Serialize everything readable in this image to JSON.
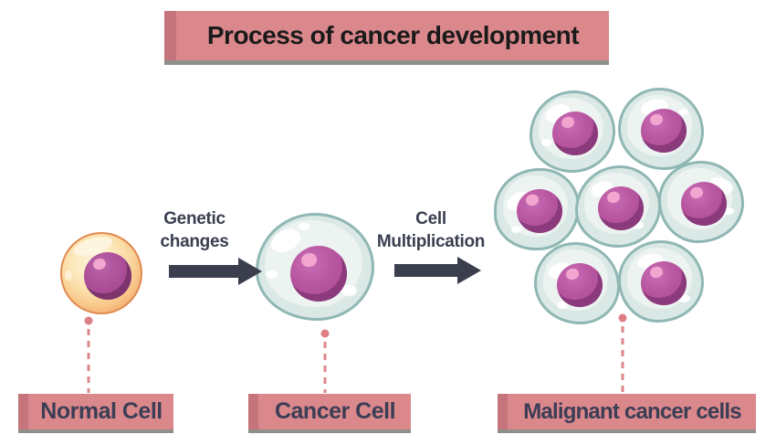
{
  "title": {
    "text": "Process of cancer development"
  },
  "diagram": {
    "stages": [
      {
        "label": "Normal Cell"
      },
      {
        "label": "Cancer Cell"
      },
      {
        "label": "Malignant cancer cells"
      }
    ],
    "transitions": [
      {
        "label": "Genetic changes",
        "lines": [
          "Genetic",
          "changes"
        ]
      },
      {
        "label": "Cell Multiplication",
        "lines": [
          "Cell",
          "Multiplication"
        ]
      }
    ],
    "malignant_cell_count": 7
  },
  "colors": {
    "background": "#ffffff",
    "banner_fill": "#db888c",
    "banner_edge": "#c5747c",
    "banner_shadow": "#90908a",
    "title_text": "#1a1a1a",
    "stage_label_text": "#3b3e55",
    "transition_text": "#3a3f50",
    "arrow_fill": "#3a3e4d",
    "connector_rose": "#de878c",
    "cell_membrane_teal": "#8fb7b3",
    "cell_body_teal": "#dbe9e6",
    "cell_inner_teal": "#ecf3f1",
    "nucleus_magenta": "#b2519d",
    "nucleus_shadow": "#8c3a7d",
    "nucleus_highlight_pink": "#f2a6cf",
    "normal_cell_orange": "#efa061",
    "normal_cell_cream": "#fceabf"
  }
}
